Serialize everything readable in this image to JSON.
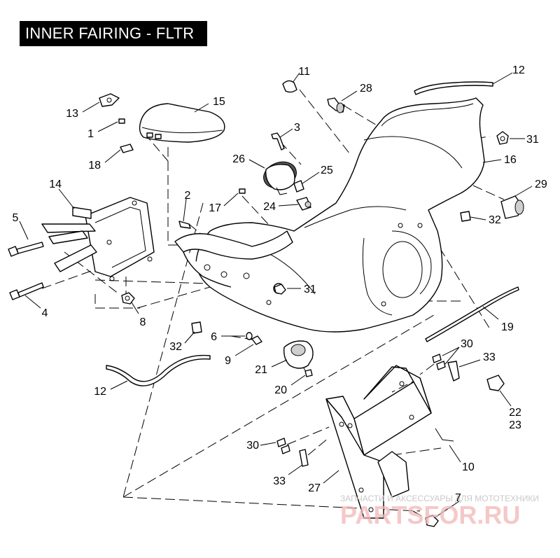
{
  "title": "INNER FAIRING - FLTR",
  "labels": [
    {
      "id": "11",
      "text": "11"
    },
    {
      "id": "12a",
      "text": "12"
    },
    {
      "id": "28",
      "text": "28"
    },
    {
      "id": "15",
      "text": "15"
    },
    {
      "id": "13",
      "text": "13"
    },
    {
      "id": "1",
      "text": "1"
    },
    {
      "id": "18",
      "text": "18"
    },
    {
      "id": "3",
      "text": "3"
    },
    {
      "id": "31a",
      "text": "31"
    },
    {
      "id": "16",
      "text": "16"
    },
    {
      "id": "26",
      "text": "26"
    },
    {
      "id": "25",
      "text": "25"
    },
    {
      "id": "29",
      "text": "29"
    },
    {
      "id": "14",
      "text": "14"
    },
    {
      "id": "2",
      "text": "2"
    },
    {
      "id": "17",
      "text": "17"
    },
    {
      "id": "24",
      "text": "24"
    },
    {
      "id": "32a",
      "text": "32"
    },
    {
      "id": "5",
      "text": "5"
    },
    {
      "id": "4",
      "text": "4"
    },
    {
      "id": "8",
      "text": "8"
    },
    {
      "id": "31b",
      "text": "31"
    },
    {
      "id": "19",
      "text": "19"
    },
    {
      "id": "32b",
      "text": "32"
    },
    {
      "id": "6",
      "text": "6"
    },
    {
      "id": "9",
      "text": "9"
    },
    {
      "id": "30a",
      "text": "30"
    },
    {
      "id": "33a",
      "text": "33"
    },
    {
      "id": "21",
      "text": "21"
    },
    {
      "id": "12b",
      "text": "12"
    },
    {
      "id": "20",
      "text": "20"
    },
    {
      "id": "22",
      "text": "22"
    },
    {
      "id": "23",
      "text": "23"
    },
    {
      "id": "30b",
      "text": "30"
    },
    {
      "id": "10",
      "text": "10"
    },
    {
      "id": "33b",
      "text": "33"
    },
    {
      "id": "27",
      "text": "27"
    },
    {
      "id": "7",
      "text": "7"
    }
  ],
  "watermark": {
    "line1": "ЗАПЧАСТИ И АКСЕССУАРЫ ДЛЯ МОТОТЕХНИКИ",
    "line2": "PARTSFOR.RU"
  }
}
